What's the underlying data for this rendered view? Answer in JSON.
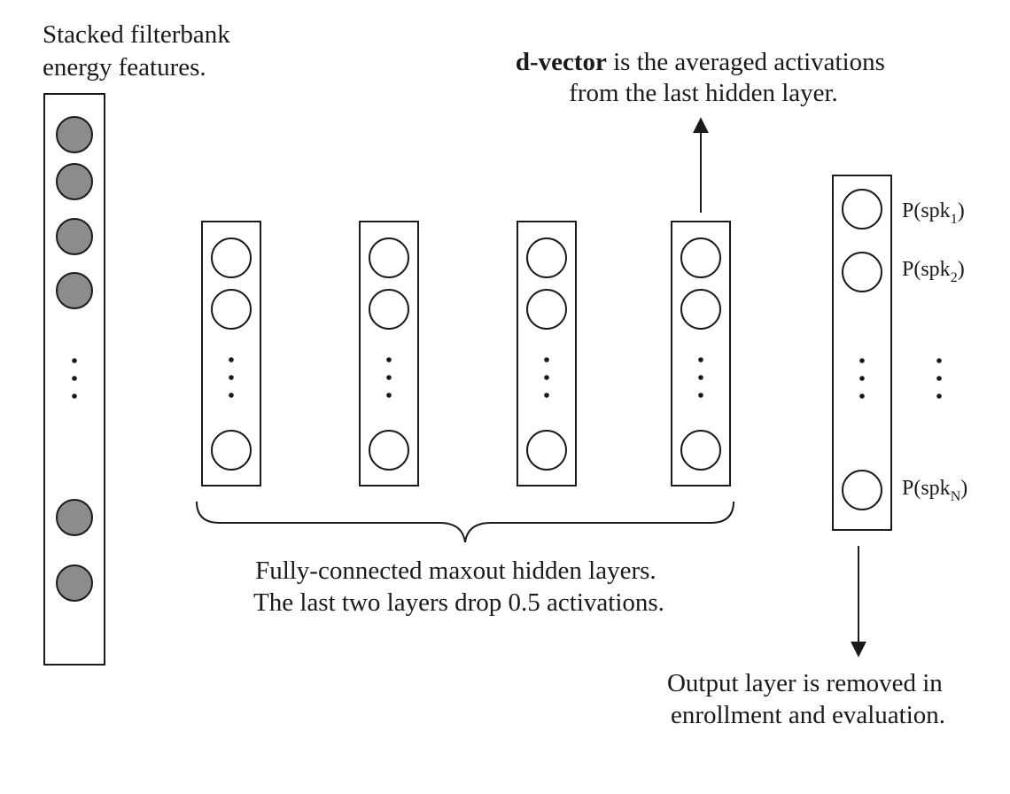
{
  "input_caption": [
    "Stacked filterbank",
    "energy features."
  ],
  "dvector_caption": {
    "bold": "d-vector",
    "line1_rest": " is the averaged activations",
    "line2": "from the last hidden layer."
  },
  "hidden_caption": [
    "Fully-connected maxout hidden layers.",
    "The last two layers drop 0.5 activations."
  ],
  "output_caption": [
    "Output layer is removed in",
    "enrollment and evaluation."
  ],
  "output_labels": [
    {
      "main": "P(spk",
      "sub": "1",
      "close": ")"
    },
    {
      "main": "P(spk",
      "sub": "2",
      "close": ")"
    },
    {
      "main": "P(spk",
      "sub": "N",
      "close": ")"
    }
  ],
  "colors": {
    "input_node_fill": "#8c8c8c",
    "hidden_node_fill": "#ffffff",
    "stroke": "#1a1a1a"
  }
}
